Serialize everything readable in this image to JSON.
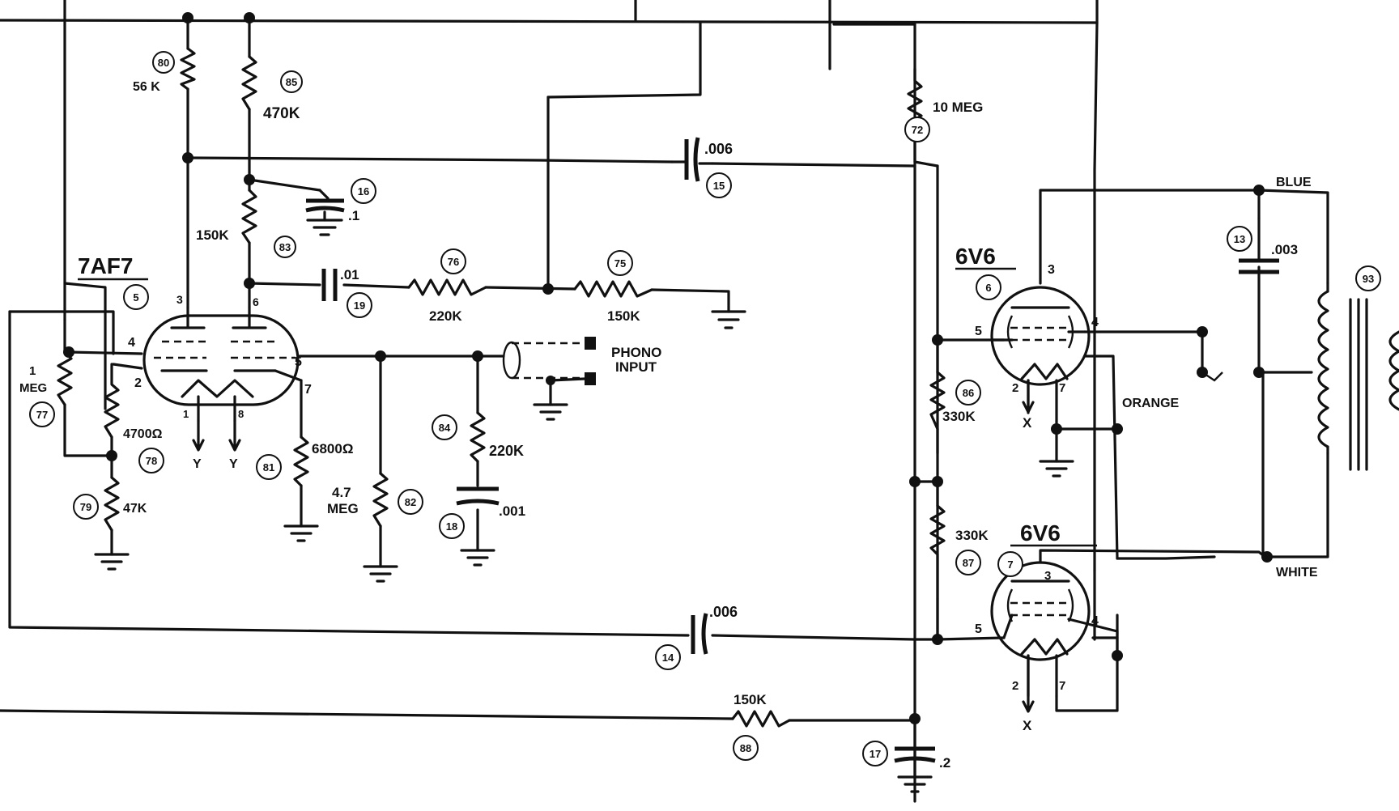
{
  "tubes": {
    "v7af7": {
      "type": "7AF7",
      "ref": "5",
      "pins": {
        "p3": "3",
        "p6": "6",
        "p4": "4",
        "p5": "5",
        "p2": "2",
        "p7": "7",
        "p1": "1",
        "p8": "8"
      },
      "heater_a": "Y",
      "heater_b": "Y"
    },
    "v6v6_top": {
      "type": "6V6",
      "ref": "6",
      "pins": {
        "p3": "3",
        "p4": "4",
        "p5": "5",
        "p2": "2",
        "p7": "7"
      },
      "heater": "X"
    },
    "v6v6_bot": {
      "type": "6V6",
      "ref": "7",
      "pins": {
        "p3": "3",
        "p4": "4",
        "p5": "5",
        "p2": "2",
        "p7": "7"
      },
      "heater": "X"
    }
  },
  "resistors": {
    "r80": {
      "ref": "80",
      "value": "56 K"
    },
    "r85": {
      "ref": "85",
      "value": "470K"
    },
    "r83": {
      "ref": "83",
      "value": "150K"
    },
    "r76": {
      "ref": "76",
      "value": "220K"
    },
    "r75": {
      "ref": "75",
      "value": "150K"
    },
    "r77": {
      "ref": "77",
      "value_a": "1",
      "value_b": "MEG"
    },
    "r78": {
      "ref": "78",
      "value": "4700Ω"
    },
    "r79": {
      "ref": "79",
      "value": "47K"
    },
    "r81": {
      "ref": "81",
      "value": "6800Ω"
    },
    "r82": {
      "ref": "82",
      "value_a": "4.7",
      "value_b": "MEG"
    },
    "r84": {
      "ref": "84",
      "value": "220K"
    },
    "r72": {
      "ref": "72",
      "value": "10 MEG"
    },
    "r86": {
      "ref": "86",
      "value": "330K"
    },
    "r87": {
      "ref": "87",
      "value": "330K"
    },
    "r88": {
      "ref": "88",
      "value": "150K"
    }
  },
  "capacitors": {
    "c15": {
      "ref": "15",
      "value": ".006"
    },
    "c16": {
      "ref": "16",
      "value": ".1"
    },
    "c19": {
      "ref": "19",
      "value": ".01"
    },
    "c18": {
      "ref": "18",
      "value": ".001"
    },
    "c14": {
      "ref": "14",
      "value": ".006"
    },
    "c17": {
      "ref": "17",
      "value": ".2"
    },
    "c13": {
      "ref": "13",
      "value": ".003"
    }
  },
  "transformer": {
    "ref": "93",
    "blue": "BLUE",
    "orange": "ORANGE",
    "white": "WHITE"
  },
  "phono": {
    "line1": "PHONO",
    "line2": "INPUT"
  }
}
